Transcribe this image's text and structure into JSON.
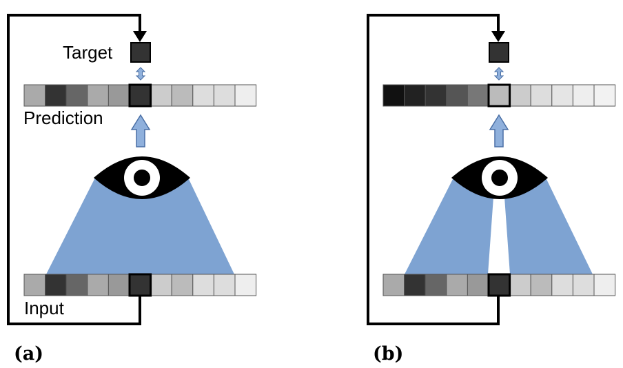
{
  "panels": [
    {
      "tag": "(a)",
      "target_label": "Target",
      "prediction_label": "Prediction",
      "input_label": "Input",
      "target_color": "#333333",
      "prediction_cells": [
        "#aaaaaa",
        "#333333",
        "#666666",
        "#aaaaaa",
        "#999999",
        "#333333",
        "#cccccc",
        "#bbbbbb",
        "#dddddd",
        "#dddddd",
        "#eeeeee"
      ],
      "input_cells": [
        "#aaaaaa",
        "#333333",
        "#666666",
        "#aaaaaa",
        "#999999",
        "#333333",
        "#cccccc",
        "#bbbbbb",
        "#dddddd",
        "#dddddd",
        "#eeeeee"
      ],
      "highlight_index": 5,
      "masked_center": false
    },
    {
      "tag": "(b)",
      "target_label": "",
      "prediction_label": "",
      "input_label": "",
      "target_color": "#333333",
      "prediction_cells": [
        "#111111",
        "#222222",
        "#333333",
        "#555555",
        "#777777",
        "#bbbbbb",
        "#cccccc",
        "#dddddd",
        "#e5e5e5",
        "#eeeeee",
        "#f2f2f2"
      ],
      "input_cells": [
        "#aaaaaa",
        "#333333",
        "#666666",
        "#aaaaaa",
        "#999999",
        "#333333",
        "#cccccc",
        "#bbbbbb",
        "#dddddd",
        "#dddddd",
        "#eeeeee"
      ],
      "highlight_index": 5,
      "masked_center": true
    }
  ],
  "colors": {
    "field_of_view": "#7ea3d2",
    "arrow_fill": "#8fb0dc",
    "arrow_stroke": "#4a6fa5",
    "line": "#000000",
    "eye": "#000000"
  }
}
